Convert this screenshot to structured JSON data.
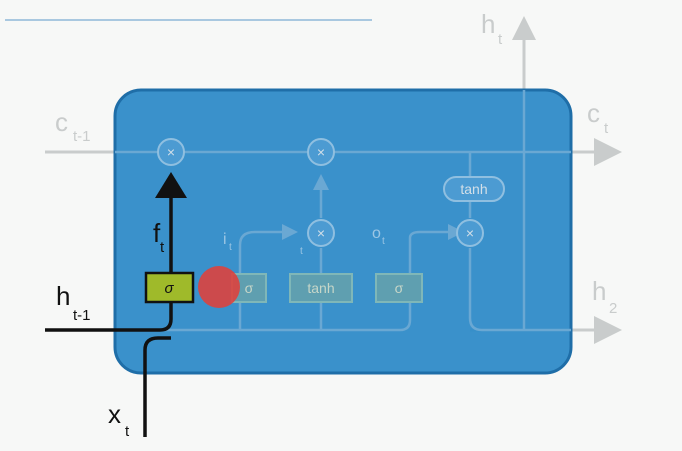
{
  "colors": {
    "background": "#f7f8f7",
    "cell": "#2f8bc8",
    "cell_border": "#1f6ea8",
    "active_path": "#111111",
    "faded_path": "#c9cccc",
    "sigma_gate": "#9fba2a",
    "pointer": "#e0403a"
  },
  "labels": {
    "cell_prev": "c",
    "cell_prev_sub": "t-1",
    "cell_next": "c",
    "cell_next_sub": "t",
    "hidden_top": "h",
    "hidden_top_sub": "t",
    "hidden_out": "h",
    "hidden_out_sub": "2",
    "hidden_prev": "h",
    "hidden_prev_sub": "t-1",
    "input": "x",
    "input_sub": "t",
    "forget": "f",
    "forget_sub": "t",
    "input_gate": "i",
    "input_gate_sub": "t",
    "candidate_sub": "t",
    "output_gate": "o",
    "output_gate_sub": "t"
  },
  "ops": {
    "multiply": "×",
    "tanh_out": "tanh",
    "tanh_gate": "tanh",
    "sigma_active": "σ",
    "sigma_input": "σ",
    "sigma_output": "σ"
  },
  "icons": {
    "pointer": "cursor-dot-icon",
    "arrow": "arrow-head-icon"
  }
}
